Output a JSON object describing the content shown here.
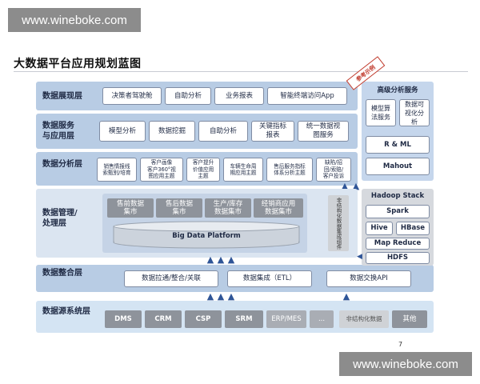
{
  "watermark": {
    "top": "www.wineboke.com",
    "bottom": "www.wineboke.com"
  },
  "title": "大数据平台应用规划蓝图",
  "stamp": "参考示例",
  "layers": {
    "presentation": {
      "label": "数据展现层",
      "items": [
        "决策者驾驶舱",
        "自助分析",
        "业务报表",
        "智能终端访问App"
      ]
    },
    "service": {
      "label": "数据服务\n与应用层",
      "items": [
        "模型分析",
        "数据挖掘",
        "自助分析",
        "关键指标\n报表",
        "统一数据视\n图服务"
      ]
    },
    "analysis": {
      "label": "数据分析层",
      "items": [
        "销售情报线\n索甄别/培育",
        "客户画像\n客户360°视\n图应用主题",
        "客户提升\n价值应用\n主题",
        "车辆生命周\n期应用主题",
        "售后服务指标\n体系分析主题",
        "缺陷/招\n回/索赔/\n客户投诉"
      ]
    },
    "management": {
      "label": "数据管理/\n处理层",
      "marts": [
        "售前数据\n集市",
        "售后数据\n集市",
        "生产/库存\n数据集市",
        "经销商应用\n数据集市"
      ],
      "platform": "Big Data Platform",
      "unstructured": "非结构化数据集成组件"
    },
    "integration": {
      "label": "数据整合层",
      "items": [
        "数据拉通/整合/关联",
        "数据集成（ETL）",
        "数据交换API"
      ]
    },
    "source": {
      "label": "数据源系统层",
      "items": [
        "DMS",
        "CRM",
        "CSP",
        "SRM",
        "ERP/MES",
        "...",
        "非结构化数据",
        "其他"
      ]
    }
  },
  "advanced": {
    "title": "高级分析服务",
    "items": [
      "模型算\n法服务",
      "数据可\n视化分\n析"
    ],
    "rml": "R & ML",
    "mahout": "Mahout"
  },
  "hadoop": {
    "title": "Hadoop Stack",
    "spark": "Spark",
    "hive": "Hive",
    "hbase": "HBase",
    "mapreduce": "Map Reduce",
    "hdfs": "HDFS"
  },
  "page_number": "7",
  "colors": {
    "layer_blue": "#b8cce4",
    "layer_light": "#dbe5f1",
    "source_layer": "#d4e4f3",
    "side_panel": "#c5d6ec",
    "hadoop_panel": "#d6d9de",
    "gray_box": "#8e939b",
    "stamp_red": "#c0392b",
    "arrow_blue": "#2f5597"
  }
}
